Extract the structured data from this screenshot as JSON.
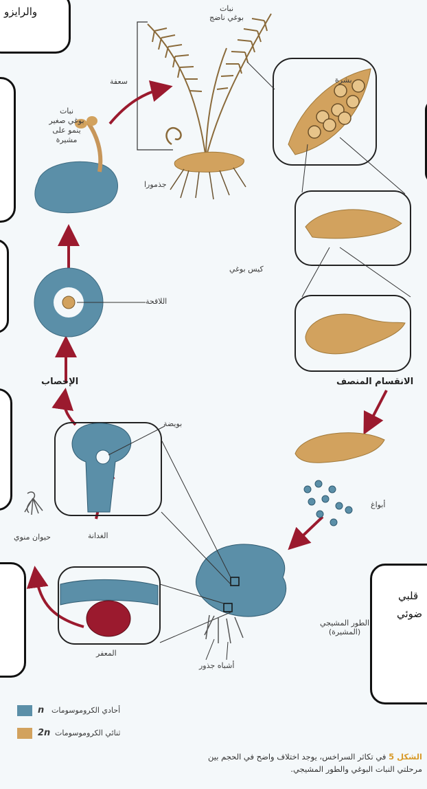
{
  "labels": {
    "mature_sporophyte": [
      "نبات",
      "بوغي ناضج"
    ],
    "frond": "سعفة",
    "young_sporophyte": [
      "نبات",
      "بوغي صغير",
      "ينمو على",
      "مشيرة"
    ],
    "rhizome": "جذمورا",
    "epidermis": "بشرة",
    "sporangium": "كيس بوغي",
    "zygote": "اللاقحة",
    "fertilization": "الإخصاب",
    "meiosis": "الانقسام المنصف",
    "egg": "بويضة",
    "spores": "أبواغ",
    "archegonium": "الغدانة",
    "sperm": "حيوان منوي",
    "antheridium": "المعفر",
    "gametophyte": [
      "الطور المشيجي",
      "(المشيرة)"
    ],
    "rhizoids": "أشباه جذور"
  },
  "legend": {
    "haploid": {
      "symbol": "n",
      "text": "أحادي الكروموسومات",
      "color": "#5b8fa8"
    },
    "diploid": {
      "symbol": "2n",
      "text": "ثنائي الكروموسومات",
      "color": "#d2a25e"
    }
  },
  "caption": {
    "figure": "الشكل 5",
    "line1": "في تكاثر السراخس، يوجد اختلاف واضح في الحجم بين",
    "line2": "مرحلتي النبات البوغي والطور المشيجي."
  },
  "overlay_boxes": {
    "top_left_text": "والرايزو",
    "bottom_right_line1": "قلبي",
    "bottom_right_line2": "ضوئي"
  },
  "colors": {
    "haploid": "#5b8fa8",
    "diploid": "#d2a25e",
    "arrow": "#9b1a2e"
  }
}
